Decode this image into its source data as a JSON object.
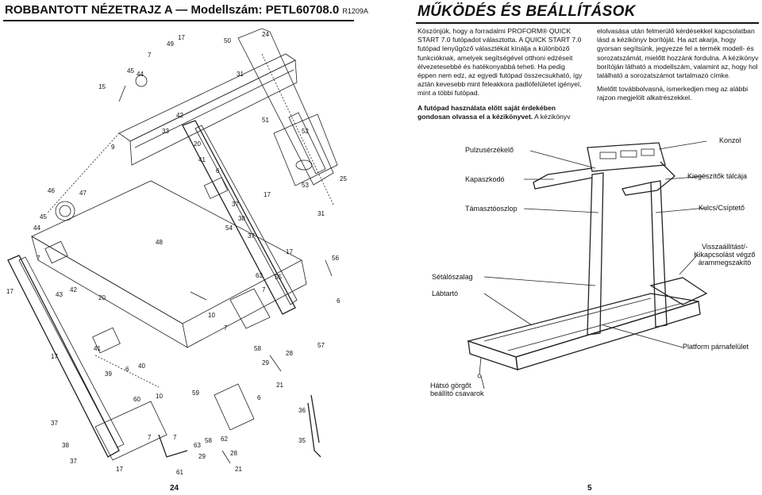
{
  "left_page": {
    "title": "ROBBANTOTT NÉZETRAJZ A — Modellszám: PETL60708.0",
    "code": "R1209A",
    "page_number": "24",
    "part_numbers": [
      "17",
      "7",
      "43",
      "42",
      "20",
      "9",
      "44",
      "45",
      "46",
      "47",
      "48",
      "15",
      "45",
      "44",
      "7",
      "49",
      "17",
      "50",
      "24",
      "31",
      "51",
      "33",
      "42",
      "20",
      "41",
      "6",
      "52",
      "53",
      "25",
      "31",
      "37",
      "38",
      "54",
      "37",
      "17",
      "55",
      "56",
      "63",
      "7",
      "10",
      "7",
      "6",
      "57",
      "58",
      "29",
      "28",
      "41",
      "17",
      "39",
      "6",
      "40",
      "60",
      "10",
      "59",
      "21",
      "6",
      "36",
      "35",
      "37",
      "38",
      "37",
      "17",
      "61",
      "7",
      "7",
      "63",
      "58",
      "62",
      "29",
      "28",
      "21"
    ]
  },
  "right_page": {
    "title": "MŰKÖDÉS ÉS BEÁLLÍTÁSOK",
    "page_number": "5",
    "col1_intro": "Köszönjük, hogy a forradalmi PROFORM® QUICK START 7.0 futópadot választotta. A QUICK START 7.0 futópad lenyűgöző választékát kínálja a különböző funkcióknak, amelyek segítségével otthoni edzéseit élvezetesebbé és hatékonyabbá teheti. Ha pedig éppen nem edz, az egyedi futópad összecsukható, így aztán kevesebb mint feleakkora padlófelületet igényel, mint a többi futópad.",
    "col1_bold": "A futópad használata előtt saját érdekében gondosan olvassa el a kézikönyvet.",
    "col1_tail": " A kézikönyv",
    "col2_p1": "elolvasása után felmerülő kérdésekkel kapcsolatban lásd a kézikönyv borítóját. Ha azt akarja, hogy gyorsan segítsünk, jegyezze fel a termék modell- és sorozatszámát, mielőtt hozzánk fordulna. A kézikönyv borítóján látható a modellszám, valamint az, hogy hol található a sorozatszámot tartalmazó címke.",
    "col2_p2": "Mielőtt továbbolvasná, ismerkedjen meg az alábbi rajzon megjelölt alkatrészekkel.",
    "labels": {
      "pulse_sensor": "Pulzusérzékelő",
      "console": "Konzol",
      "handrail": "Kapaszkodó",
      "accessory_tray": "Kiegészítők tálcája",
      "upright": "Támasztóoszlop",
      "key_clip": "Kulcs/Csíptető",
      "walking_belt": "Sétálószalag",
      "foot_rail": "Lábtartó",
      "reset_circuit": "Visszaállítást/-Kikapcsolást végző árammegszakító",
      "platform": "Platform párnafelület",
      "rear_roller": "Hátsó görgőt beállító csavarok"
    }
  }
}
